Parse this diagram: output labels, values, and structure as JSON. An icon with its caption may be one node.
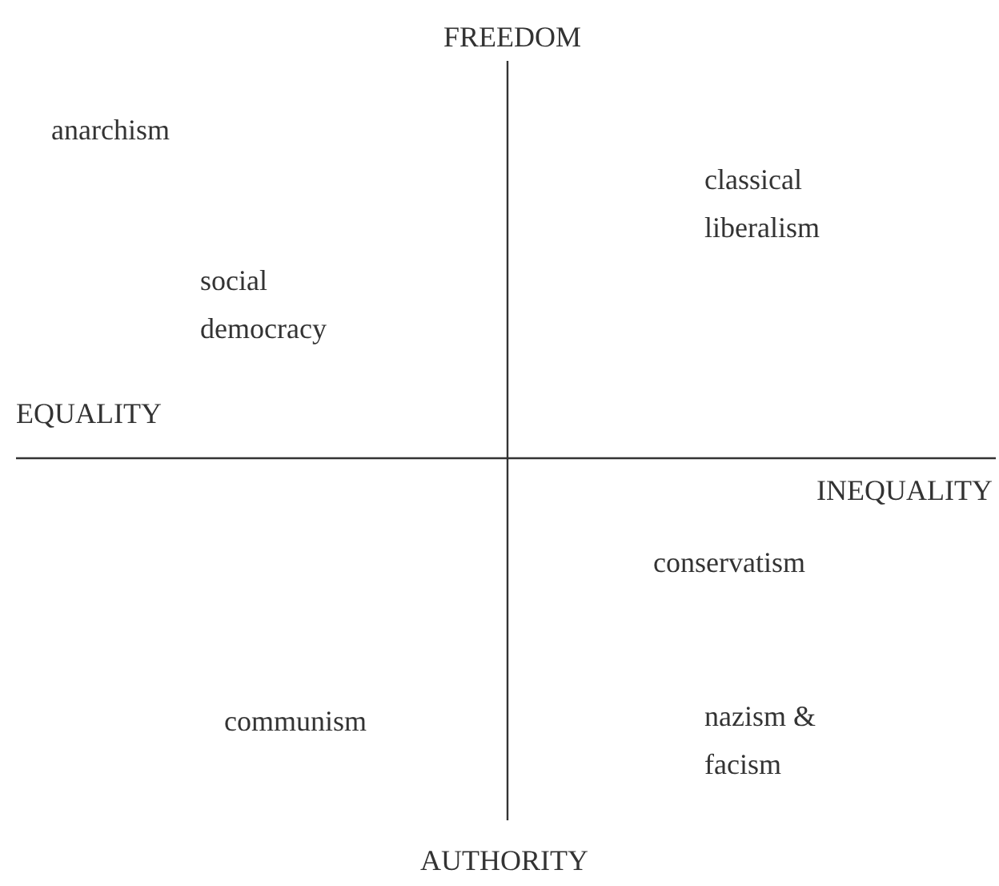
{
  "diagram": {
    "labels": [
      "FREEDOM",
      "anarchism",
      "classical liberalism",
      "social democracy",
      "EQUALITY",
      "INEQUALITY",
      "conservatism",
      "nazism & facism",
      "communism",
      "AUTHORITY"
    ]
  }
}
